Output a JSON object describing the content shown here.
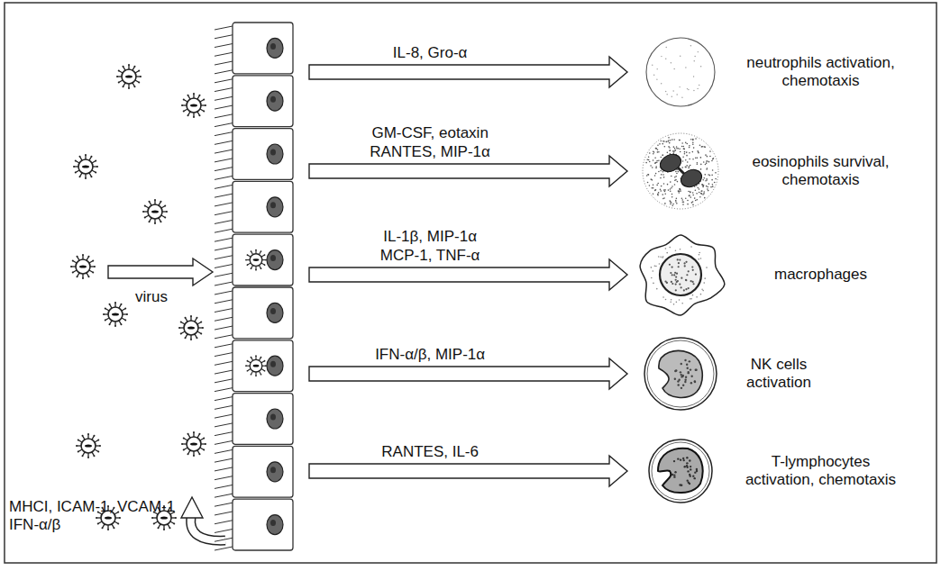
{
  "diagram": {
    "nodes": [
      {
        "text": [
          "MHCI, ICAM-1, VCAM-1 IFN-α/β"
        ]
      },
      {
        "text": [
          "neutrophils activation, chemotaxis"
        ]
      },
      {
        "text": [
          "eosinophils survival, chemotaxis"
        ]
      },
      {
        "text": [
          "macrophages"
        ]
      },
      {
        "text": [
          "NK cells activation"
        ]
      },
      {
        "text": [
          "T-lymphocytes activation, chemotaxis"
        ]
      }
    ],
    "edges": [
      {
        "from": 0,
        "to": 1,
        "arrow": "to",
        "label": "IL-8, Gro-α"
      },
      {
        "from": 0,
        "to": 2,
        "arrow": "to",
        "label": "GM-CSF, eotaxin RANTES, MIP-1α"
      },
      {
        "from": 0,
        "to": 3,
        "arrow": "to",
        "label": "IL-1β, MIP-1α MCP-1, TNF-α"
      },
      {
        "from": 0,
        "to": 4,
        "arrow": "to",
        "label": "IFN-α/β, MIP-1α"
      },
      {
        "from": 0,
        "to": 5,
        "arrow": "to",
        "label": "RANTES, IL-6"
      }
    ],
    "labels": [
      "virus"
    ]
  }
}
